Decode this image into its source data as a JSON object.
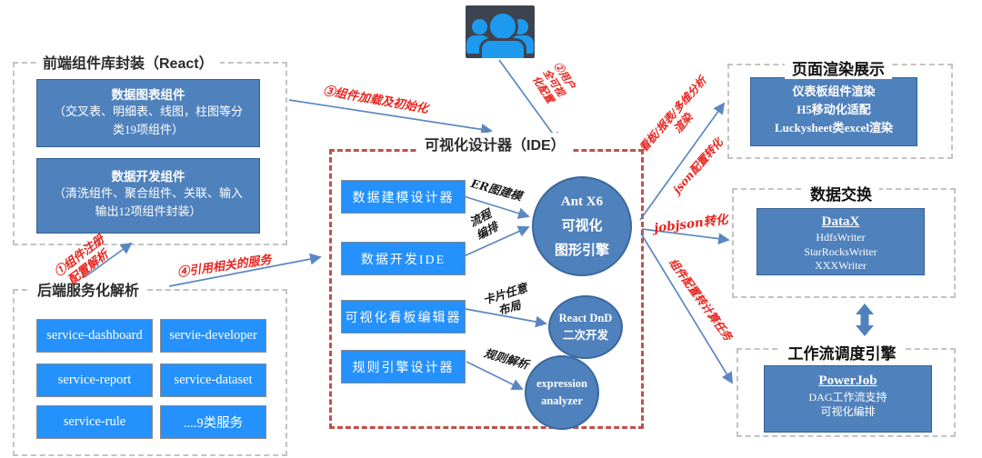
{
  "frontend": {
    "title": "前端组件库封装（React）",
    "chart_box": {
      "heading": "数据图表组件",
      "body": "（交叉表、明细表、线图，柱图等分\n类19项组件）"
    },
    "dev_box": {
      "heading": "数据开发组件",
      "body": "（清洗组件、聚合组件、关联、输入\n输出12项组件封装）"
    }
  },
  "backend": {
    "title": "后端服务化解析",
    "services": [
      "service-dashboard",
      "servie-developer",
      "service-report",
      "service-dataset",
      "service-rule",
      "....9类服务"
    ]
  },
  "ide": {
    "title": "可视化设计器（IDE）",
    "tools": [
      "数据建模设计器",
      "数据开发IDE",
      "可视化看板编辑器",
      "规则引擎设计器"
    ],
    "antx6": "Ant X6\n可视化\n图形引擎",
    "react_dnd": "React DnD\n二次开发",
    "expression": "expression\nanalyzer",
    "edge_labels": {
      "er": "ER图建模",
      "flow": "流程\n编排",
      "card": "卡片任意\n布局",
      "rule": "规则解析"
    }
  },
  "flow_labels": {
    "step1": "①组件注册\n配置解析",
    "step2": "②用户\n全可视\n化配置",
    "step3": "③组件加载及初始化",
    "step4": "④引用相关的服务",
    "render": "看板/报表/多维分析\n渲染",
    "json_convert": "json配置转化",
    "jobjson": "jobjson转化",
    "task_convert": "组件配置转计算任务"
  },
  "page_render": {
    "title": "页面渲染展示",
    "lines": [
      "仪表板组件渲染",
      "H5移动化适配",
      "Luckysheet类excel渲染"
    ]
  },
  "data_exchange": {
    "title": "数据交换",
    "heading": "DataX",
    "lines": [
      "HdfsWriter",
      "StarRocksWriter",
      "XXXWriter"
    ]
  },
  "workflow": {
    "title": "工作流调度引擎",
    "heading": "PowerJob",
    "lines": [
      "DAG工作流支持",
      "可视化编排"
    ]
  },
  "icons": {
    "users": "users-group-icon"
  },
  "colors": {
    "steel_blue": "#4f81bd",
    "bright_blue": "#2491fc",
    "red_dashed": "#c0504d",
    "red_label": "#e8251f",
    "arrow_blue": "#5b87c0",
    "icon_bg": "#3d4450",
    "icon_people": "#1e9bef"
  }
}
